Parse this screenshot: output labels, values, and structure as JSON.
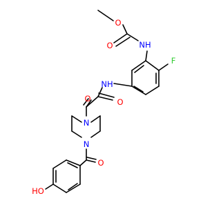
{
  "diagram": {
    "type": "chemical-structure",
    "colors": {
      "bond": "#000000",
      "O": "#ff0000",
      "N": "#0000ff",
      "F": "#33cc33"
    },
    "labels": {
      "methoxy_o": "O",
      "carbonyl_o_carbamate": "O",
      "carbamate_nh": "NH",
      "fluorine": "F",
      "amide_nh": "NH",
      "oxo_o_left": "O",
      "oxo_o_right": "O",
      "piperazine_n_top": "N",
      "piperazine_n_bottom": "N",
      "benzoyl_o": "O",
      "hydroxyl": "HO"
    }
  }
}
